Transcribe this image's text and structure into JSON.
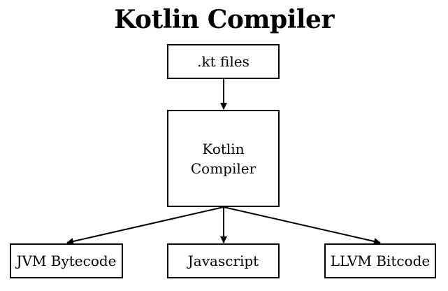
{
  "diagram": {
    "title": "Kotlin Compiler",
    "nodes": {
      "source": "​.kt files",
      "compiler": "Kotlin Compiler",
      "jvm": "JVM Bytecode",
      "js": "Javascript",
      "llvm": "LLVM Bitcode"
    },
    "edges": [
      {
        "from": "source",
        "to": "compiler"
      },
      {
        "from": "compiler",
        "to": "jvm"
      },
      {
        "from": "compiler",
        "to": "js"
      },
      {
        "from": "compiler",
        "to": "llvm"
      }
    ]
  }
}
